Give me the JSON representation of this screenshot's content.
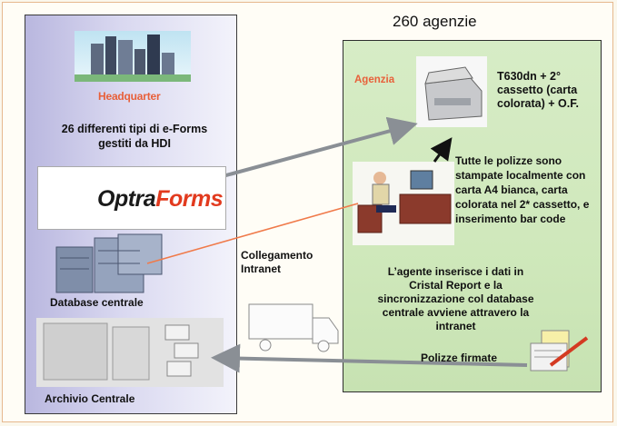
{
  "title": "260 agenzie",
  "headquarter": {
    "label": "Headquarter",
    "forms_text": "26 differenti tipi di e-Forms gestiti da HDI",
    "logo_part1": "Optra",
    "logo_part2": "Forms",
    "database_label": "Database centrale",
    "archive_label": "Archivio Centrale"
  },
  "connection_label": "Collegamento Intranet",
  "agency": {
    "label": "Agenzia",
    "printer_text": "T630dn + 2° cassetto (carta colorata) + O.F.",
    "print_text": "Tutte le polizze sono stampate localmente con carta A4 bianca, carta colorata nel 2* cassetto, e inserimento bar code",
    "agent_text": "L’agente inserisce i dati in Cristal Report e la sincronizzazione col database centrale avviene attravero la intranet",
    "signed_label": "Polizze firmate"
  },
  "colors": {
    "hq_panel": "#c9c8e8",
    "agency_panel": "#d2e9bf",
    "arrow": "#8a8f95",
    "link": "#f07a4a",
    "accent_red": "#e8603a"
  }
}
